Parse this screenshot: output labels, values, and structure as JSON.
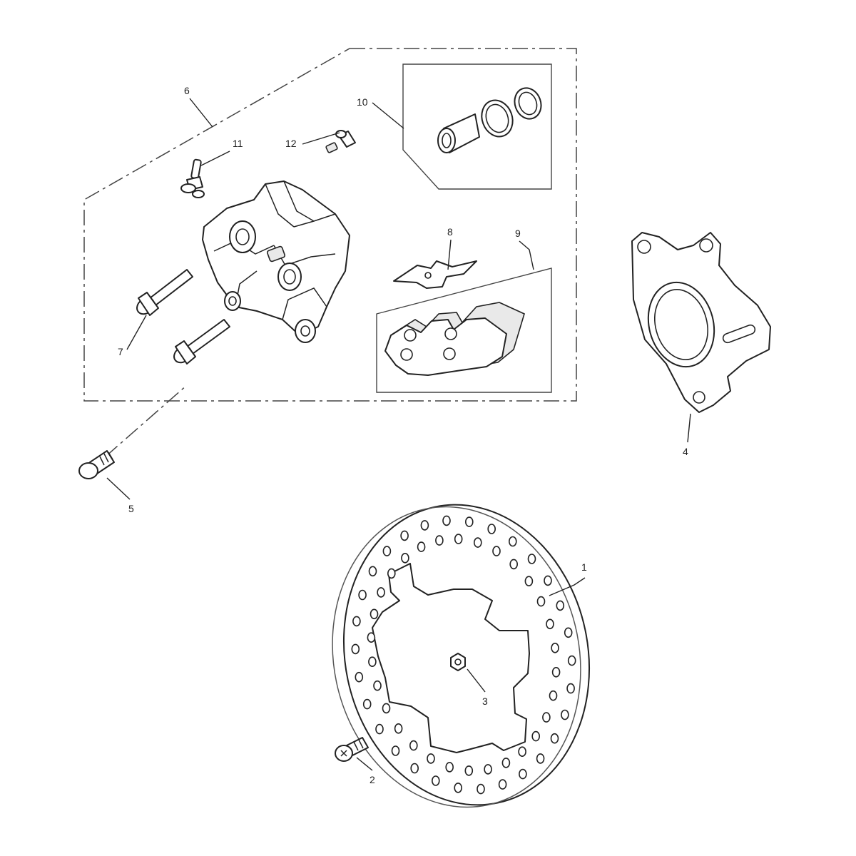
{
  "callouts": {
    "c1": "1",
    "c2": "2",
    "c3": "3",
    "c4": "4",
    "c5": "5",
    "c6": "6",
    "c7": "7",
    "c8": "8",
    "c9": "9",
    "c10": "10",
    "c11": "11",
    "c12": "12"
  },
  "colors": {
    "line": "#222222",
    "background": "#ffffff"
  }
}
